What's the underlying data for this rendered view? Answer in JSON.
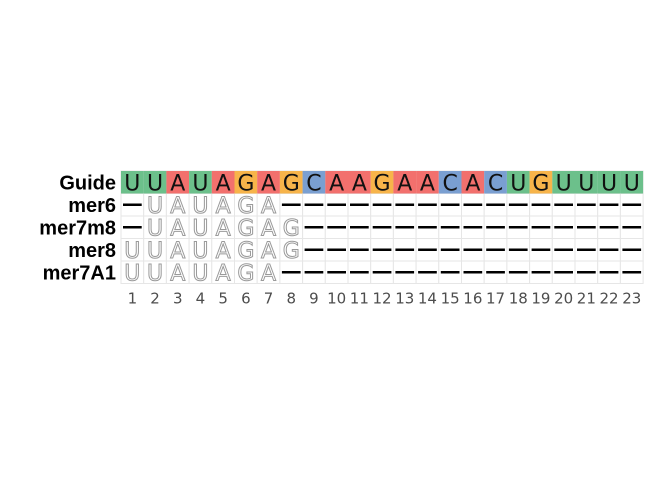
{
  "guide": {
    "label": "Guide",
    "sequence": [
      "U",
      "U",
      "A",
      "U",
      "A",
      "G",
      "A",
      "G",
      "C",
      "A",
      "A",
      "G",
      "A",
      "A",
      "C",
      "A",
      "C",
      "U",
      "G",
      "U",
      "U",
      "U",
      "U"
    ]
  },
  "sites": [
    {
      "label": "mer6",
      "shown_positions": [
        2,
        3,
        4,
        5,
        6,
        7
      ],
      "letters": [
        "U",
        "A",
        "U",
        "A",
        "G",
        "A"
      ]
    },
    {
      "label": "mer7m8",
      "shown_positions": [
        2,
        3,
        4,
        5,
        6,
        7,
        8
      ],
      "letters": [
        "U",
        "A",
        "U",
        "A",
        "G",
        "A",
        "G"
      ]
    },
    {
      "label": "mer8",
      "shown_positions": [
        1,
        2,
        3,
        4,
        5,
        6,
        7,
        8
      ],
      "letters": [
        "U",
        "U",
        "A",
        "U",
        "A",
        "G",
        "A",
        "G"
      ]
    },
    {
      "label": "mer7A1",
      "shown_positions": [
        1,
        2,
        3,
        4,
        5,
        6,
        7
      ],
      "letters": [
        "U",
        "U",
        "A",
        "U",
        "A",
        "G",
        "A"
      ]
    }
  ],
  "positions": [
    "1",
    "2",
    "3",
    "4",
    "5",
    "6",
    "7",
    "8",
    "9",
    "10",
    "11",
    "12",
    "13",
    "14",
    "15",
    "16",
    "17",
    "18",
    "19",
    "20",
    "21",
    "22",
    "23"
  ],
  "colors": {
    "A": "#f2706d",
    "U": "#6cc08b",
    "G": "#f7b44a",
    "C": "#7a9fd1",
    "gap_line": "#000000",
    "grid": "#e6e6e6"
  }
}
